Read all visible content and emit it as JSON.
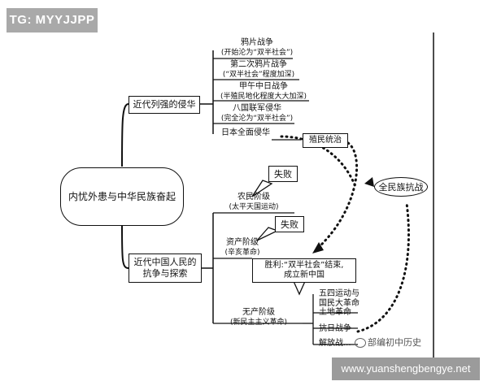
{
  "tag": "TG: MYYJJPP",
  "center": "内忧外患与中华民族奋起",
  "branch1": "近代列强的侵华",
  "branch2_line1": "近代中国人民的",
  "branch2_line2": "抗争与探索",
  "aggressions": [
    {
      "title": "鸦片战争",
      "note": "(开始沦为“双半社会”)"
    },
    {
      "title": "第二次鸦片战争",
      "note": "(“双半社会”程度加深)"
    },
    {
      "title": "甲午中日战争",
      "note": "(半殖民地化程度大大加深)"
    },
    {
      "title": "八国联军侵华",
      "note": "(完全沦为“双半社会”)"
    }
  ],
  "japan": "日本全面侵华",
  "colonial": "殖民统治",
  "resistance": "全民族抗战",
  "peasant_title": "农民阶级",
  "peasant_note": "(太平天国运动)",
  "fail1": "失败",
  "bourgeois_title": "资产阶级",
  "bourgeois_note": "(辛亥革命)",
  "fail2": "失败",
  "victory_line1": "胜利:“双半社会”结束,",
  "victory_line2": "成立新中国",
  "proletariat_title": "无产阶级",
  "proletariat_note": "(新民主主义革命)",
  "revolutions": [
    "五四运动与",
    "国民大革命",
    "土地革命",
    "抗日战争",
    "解放战..."
  ],
  "credit": "部编初中历史",
  "watermark": "www.yuanshengbengye.net"
}
